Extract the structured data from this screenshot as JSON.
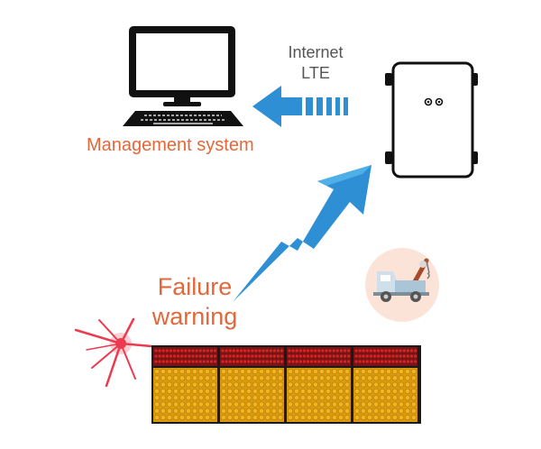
{
  "labels": {
    "connection_line1": "Internet",
    "connection_line2": "LTE",
    "management_system": "Management system",
    "failure_line1": "Failure",
    "failure_line2": "warning"
  },
  "colors": {
    "accent_orange": "#e2683a",
    "arrow_blue": "#2e8fd4",
    "arrow_light_blue": "#4fb0e8",
    "led_red": "#d62424",
    "led_amber": "#f2b61c",
    "alarm_red": "#ec3b4e",
    "tow_badge": "#fbe3d8"
  },
  "icons": {
    "computer": "desktop-computer-icon",
    "controller": "controller-box-icon",
    "tow_truck": "tow-truck-icon",
    "alarm": "alarm-flash-icon"
  }
}
